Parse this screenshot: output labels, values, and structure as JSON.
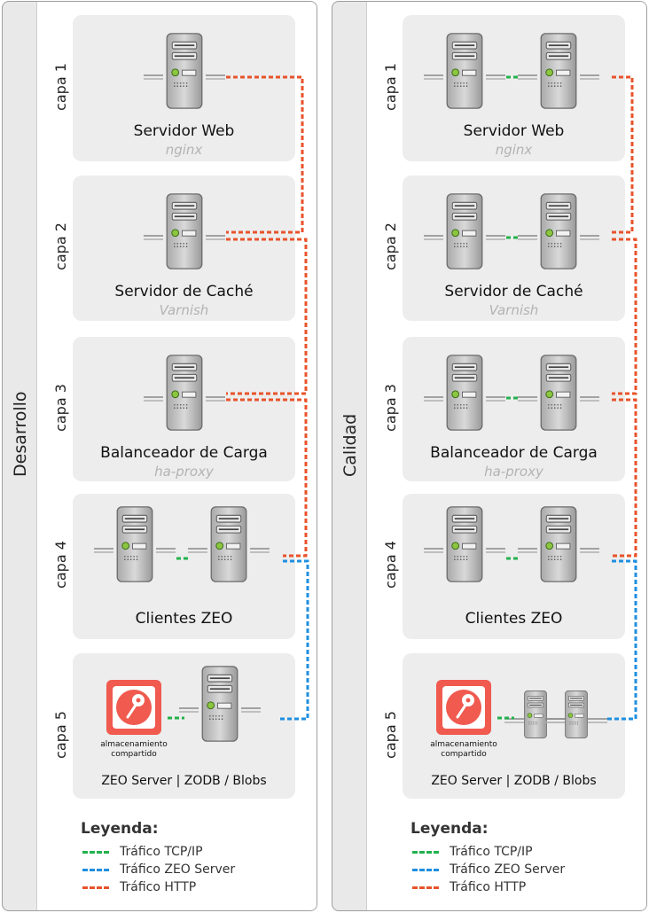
{
  "colors": {
    "tcp": "#22b14c",
    "zeo": "#1f8fe0",
    "http": "#e8532b",
    "storage": "#f05a4f"
  },
  "environments": [
    {
      "label": "Desarrollo",
      "tiers": [
        {
          "number": "capa 1",
          "title": "Servidor Web",
          "subtitle": "nginx"
        },
        {
          "number": "capa 2",
          "title": "Servidor de Caché",
          "subtitle": "Varnish"
        },
        {
          "number": "capa 3",
          "title": "Balanceador de Carga",
          "subtitle": "ha-proxy"
        },
        {
          "number": "capa 4",
          "title": "Clientes ZEO"
        },
        {
          "number": "capa 5",
          "title": "ZEO Server | ZODB / Blobs",
          "storage_caption_1": "almacenamiento",
          "storage_caption_2": "compartido"
        }
      ],
      "legend": {
        "title": "Leyenda:",
        "items": [
          "Tráfico TCP/IP",
          "Tráfico ZEO Server",
          "Tráfico HTTP"
        ]
      }
    },
    {
      "label": "Calidad",
      "tiers": [
        {
          "number": "capa 1",
          "title": "Servidor Web",
          "subtitle": "nginx"
        },
        {
          "number": "capa 2",
          "title": "Servidor de Caché",
          "subtitle": "Varnish"
        },
        {
          "number": "capa 3",
          "title": "Balanceador de Carga",
          "subtitle": "ha-proxy"
        },
        {
          "number": "capa 4",
          "title": "Clientes ZEO"
        },
        {
          "number": "capa 5",
          "title": "ZEO Server | ZODB / Blobs",
          "storage_caption_1": "almacenamiento",
          "storage_caption_2": "compartido"
        }
      ],
      "legend": {
        "title": "Leyenda:",
        "items": [
          "Tráfico TCP/IP",
          "Tráfico ZEO Server",
          "Tráfico HTTP"
        ]
      }
    }
  ]
}
